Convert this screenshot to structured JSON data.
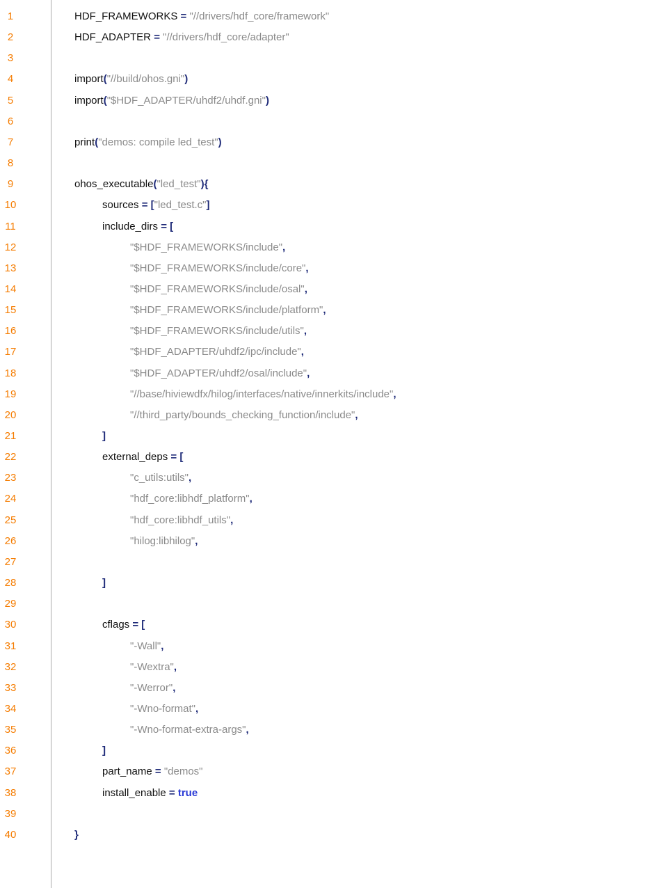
{
  "editor": {
    "lines": [
      {
        "n": "1",
        "indent": 0,
        "tokens": [
          {
            "t": "plain",
            "v": "HDF_FRAMEWORKS "
          },
          {
            "t": "op",
            "v": "="
          },
          {
            "t": "str",
            "v": " \"//drivers/hdf_core/framework\""
          }
        ]
      },
      {
        "n": "2",
        "indent": 0,
        "tokens": [
          {
            "t": "plain",
            "v": "HDF_ADAPTER "
          },
          {
            "t": "op",
            "v": "="
          },
          {
            "t": "str",
            "v": " \"//drivers/hdf_core/adapter\""
          }
        ]
      },
      {
        "n": "3",
        "indent": 0,
        "tokens": []
      },
      {
        "n": "4",
        "indent": 0,
        "tokens": [
          {
            "t": "plain",
            "v": "import"
          },
          {
            "t": "op",
            "v": "("
          },
          {
            "t": "str",
            "v": "\"//build/ohos.gni\""
          },
          {
            "t": "op",
            "v": ")"
          }
        ]
      },
      {
        "n": "5",
        "indent": 0,
        "tokens": [
          {
            "t": "plain",
            "v": "import"
          },
          {
            "t": "op",
            "v": "("
          },
          {
            "t": "str",
            "v": "\"$HDF_ADAPTER/uhdf2/uhdf.gni\""
          },
          {
            "t": "op",
            "v": ")"
          }
        ]
      },
      {
        "n": "6",
        "indent": 0,
        "tokens": []
      },
      {
        "n": "7",
        "indent": 0,
        "tokens": [
          {
            "t": "plain",
            "v": "print"
          },
          {
            "t": "op",
            "v": "("
          },
          {
            "t": "str",
            "v": "\"demos: compile led_test\""
          },
          {
            "t": "op",
            "v": ")"
          }
        ]
      },
      {
        "n": "8",
        "indent": 0,
        "tokens": []
      },
      {
        "n": "9",
        "indent": 0,
        "tokens": [
          {
            "t": "plain",
            "v": "ohos_executable"
          },
          {
            "t": "op",
            "v": "("
          },
          {
            "t": "str",
            "v": "\"led_test\""
          },
          {
            "t": "op",
            "v": "){"
          }
        ]
      },
      {
        "n": "10",
        "indent": 1,
        "tokens": [
          {
            "t": "plain",
            "v": "sources "
          },
          {
            "t": "op",
            "v": "= ["
          },
          {
            "t": "str",
            "v": "\"led_test.c\""
          },
          {
            "t": "op",
            "v": "]"
          }
        ]
      },
      {
        "n": "11",
        "indent": 1,
        "tokens": [
          {
            "t": "plain",
            "v": "include_dirs "
          },
          {
            "t": "op",
            "v": "= ["
          }
        ]
      },
      {
        "n": "12",
        "indent": 2,
        "tokens": [
          {
            "t": "str",
            "v": "\"$HDF_FRAMEWORKS/include\""
          },
          {
            "t": "op",
            "v": ","
          }
        ]
      },
      {
        "n": "13",
        "indent": 2,
        "tokens": [
          {
            "t": "str",
            "v": "\"$HDF_FRAMEWORKS/include/core\""
          },
          {
            "t": "op",
            "v": ","
          }
        ]
      },
      {
        "n": "14",
        "indent": 2,
        "tokens": [
          {
            "t": "str",
            "v": "\"$HDF_FRAMEWORKS/include/osal\""
          },
          {
            "t": "op",
            "v": ","
          }
        ]
      },
      {
        "n": "15",
        "indent": 2,
        "tokens": [
          {
            "t": "str",
            "v": "\"$HDF_FRAMEWORKS/include/platform\""
          },
          {
            "t": "op",
            "v": ","
          }
        ]
      },
      {
        "n": "16",
        "indent": 2,
        "tokens": [
          {
            "t": "str",
            "v": "\"$HDF_FRAMEWORKS/include/utils\""
          },
          {
            "t": "op",
            "v": ","
          }
        ]
      },
      {
        "n": "17",
        "indent": 2,
        "tokens": [
          {
            "t": "str",
            "v": "\"$HDF_ADAPTER/uhdf2/ipc/include\""
          },
          {
            "t": "op",
            "v": ","
          }
        ]
      },
      {
        "n": "18",
        "indent": 2,
        "tokens": [
          {
            "t": "str",
            "v": "\"$HDF_ADAPTER/uhdf2/osal/include\""
          },
          {
            "t": "op",
            "v": ","
          }
        ]
      },
      {
        "n": "19",
        "indent": 2,
        "tokens": [
          {
            "t": "str",
            "v": "\"//base/hiviewdfx/hilog/interfaces/native/innerkits/include\""
          },
          {
            "t": "op",
            "v": ","
          }
        ]
      },
      {
        "n": "20",
        "indent": 2,
        "tokens": [
          {
            "t": "str",
            "v": "\"//third_party/bounds_checking_function/include\""
          },
          {
            "t": "op",
            "v": ","
          }
        ]
      },
      {
        "n": "21",
        "indent": 1,
        "tokens": [
          {
            "t": "op",
            "v": "]"
          }
        ]
      },
      {
        "n": "22",
        "indent": 1,
        "tokens": [
          {
            "t": "plain",
            "v": "external_deps "
          },
          {
            "t": "op",
            "v": "= ["
          }
        ]
      },
      {
        "n": "23",
        "indent": 2,
        "tokens": [
          {
            "t": "str",
            "v": "\"c_utils:utils\""
          },
          {
            "t": "op",
            "v": ","
          }
        ]
      },
      {
        "n": "24",
        "indent": 2,
        "tokens": [
          {
            "t": "str",
            "v": "\"hdf_core:libhdf_platform\""
          },
          {
            "t": "op",
            "v": ","
          }
        ]
      },
      {
        "n": "25",
        "indent": 2,
        "tokens": [
          {
            "t": "str",
            "v": "\"hdf_core:libhdf_utils\""
          },
          {
            "t": "op",
            "v": ","
          }
        ]
      },
      {
        "n": "26",
        "indent": 2,
        "tokens": [
          {
            "t": "str",
            "v": "\"hilog:libhilog\""
          },
          {
            "t": "op",
            "v": ","
          }
        ]
      },
      {
        "n": "27",
        "indent": 0,
        "tokens": []
      },
      {
        "n": "28",
        "indent": 1,
        "tokens": [
          {
            "t": "op",
            "v": "]"
          }
        ]
      },
      {
        "n": "29",
        "indent": 0,
        "tokens": []
      },
      {
        "n": "30",
        "indent": 1,
        "tokens": [
          {
            "t": "plain",
            "v": "cflags "
          },
          {
            "t": "op",
            "v": "= ["
          }
        ]
      },
      {
        "n": "31",
        "indent": 2,
        "tokens": [
          {
            "t": "str",
            "v": "\"-Wall\""
          },
          {
            "t": "op",
            "v": ","
          }
        ]
      },
      {
        "n": "32",
        "indent": 2,
        "tokens": [
          {
            "t": "str",
            "v": "\"-Wextra\""
          },
          {
            "t": "op",
            "v": ","
          }
        ]
      },
      {
        "n": "33",
        "indent": 2,
        "tokens": [
          {
            "t": "str",
            "v": "\"-Werror\""
          },
          {
            "t": "op",
            "v": ","
          }
        ]
      },
      {
        "n": "34",
        "indent": 2,
        "tokens": [
          {
            "t": "str",
            "v": "\"-Wno-format\""
          },
          {
            "t": "op",
            "v": ","
          }
        ]
      },
      {
        "n": "35",
        "indent": 2,
        "tokens": [
          {
            "t": "str",
            "v": "\"-Wno-format-extra-args\""
          },
          {
            "t": "op",
            "v": ","
          }
        ]
      },
      {
        "n": "36",
        "indent": 1,
        "tokens": [
          {
            "t": "op",
            "v": "]"
          }
        ]
      },
      {
        "n": "37",
        "indent": 1,
        "tokens": [
          {
            "t": "plain",
            "v": "part_name "
          },
          {
            "t": "op",
            "v": "="
          },
          {
            "t": "str",
            "v": " \"demos\""
          }
        ]
      },
      {
        "n": "38",
        "indent": 1,
        "tokens": [
          {
            "t": "plain",
            "v": "install_enable "
          },
          {
            "t": "op",
            "v": "= "
          },
          {
            "t": "kw",
            "v": "true"
          }
        ]
      },
      {
        "n": "39",
        "indent": 0,
        "tokens": []
      },
      {
        "n": "40",
        "indent": 0,
        "tokens": [
          {
            "t": "op",
            "v": "}"
          }
        ]
      }
    ]
  }
}
